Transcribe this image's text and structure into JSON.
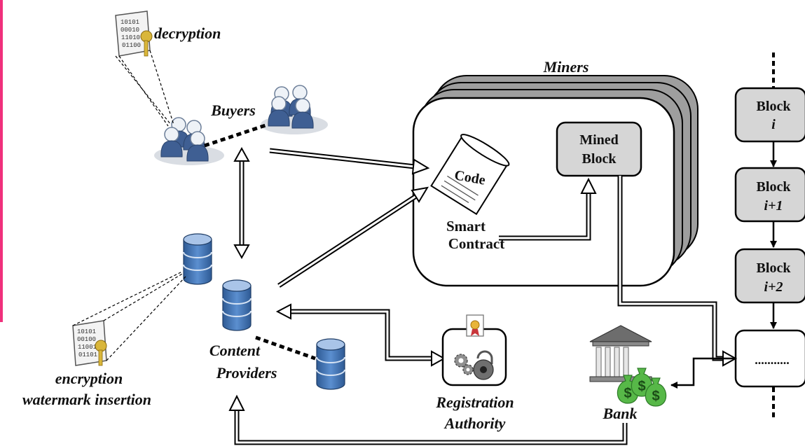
{
  "labels": {
    "decryption": "decryption",
    "buyers": "Buyers",
    "miners": "Miners",
    "code": "Code",
    "smart_contract_line1": "Smart",
    "smart_contract_line2": "Contract",
    "mined_block_line1": "Mined",
    "mined_block_line2": "Block",
    "content_providers_line1": "Content",
    "content_providers_line2": "Providers",
    "encryption": "encryption",
    "watermark_insertion": "watermark insertion",
    "registration_authority_line1": "Registration",
    "registration_authority_line2": "Authority",
    "bank": "Bank"
  },
  "blockchain": [
    {
      "title": "Block",
      "index": "i"
    },
    {
      "title": "Block",
      "index": "i+1"
    },
    {
      "title": "Block",
      "index": "i+2"
    },
    {
      "title": "...........",
      "index": ""
    }
  ],
  "document_bits": {
    "top": [
      "10101",
      "00010",
      "11010",
      "01100"
    ],
    "bottom": [
      "10101",
      "00100",
      "11001",
      "01101"
    ]
  },
  "icons": [
    "document-key-icon",
    "user-group-icon",
    "database-icon",
    "scroll-icon",
    "gear-lock-icon",
    "certificate-icon",
    "bank-building-icon",
    "money-bag-icon"
  ],
  "colors": {
    "accent_bar": "#f0307c",
    "db_blue": "#3d6fae",
    "person_blue": "#3f5f93",
    "block_fill": "#d6d6d6",
    "miner_stack": "#9e9e9e",
    "money_green": "#57b848"
  }
}
